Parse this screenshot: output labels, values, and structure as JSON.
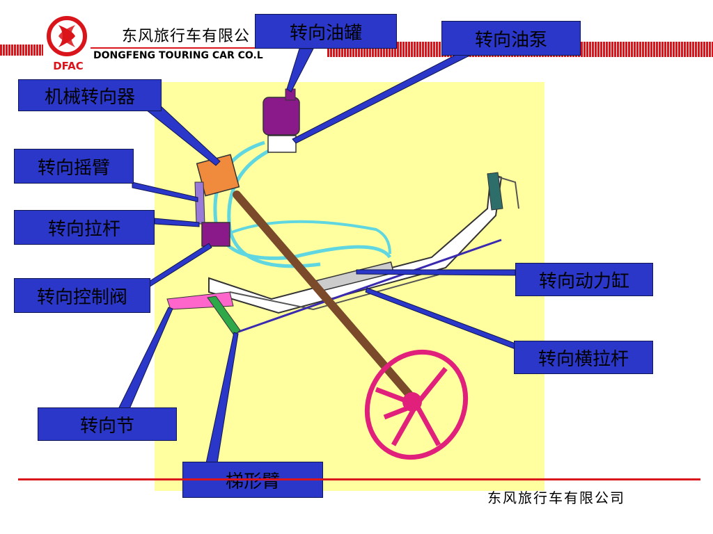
{
  "header": {
    "company_cn": "东风旅行车有限公",
    "company_en": "DONGFENG TOURING CAR  CO.L",
    "logo_text": "DFAC"
  },
  "labels": {
    "oil_tank": "转向油罐",
    "oil_pump": "转向油泵",
    "steering_gear": "机械转向器",
    "pitman_arm": "转向摇臂",
    "drag_link": "转向拉杆",
    "control_valve": "转向控制阀",
    "power_cylinder": "转向动力缸",
    "tie_rod": "转向横拉杆",
    "knuckle": "转向节",
    "trapezoid_arm": "梯形臂"
  },
  "footer": {
    "company_cn": "东风旅行车有限公司"
  },
  "colors": {
    "accent_red": "#d9141a",
    "label_blue": "#2a37c8",
    "diagram_bg": "#ffffa0"
  }
}
